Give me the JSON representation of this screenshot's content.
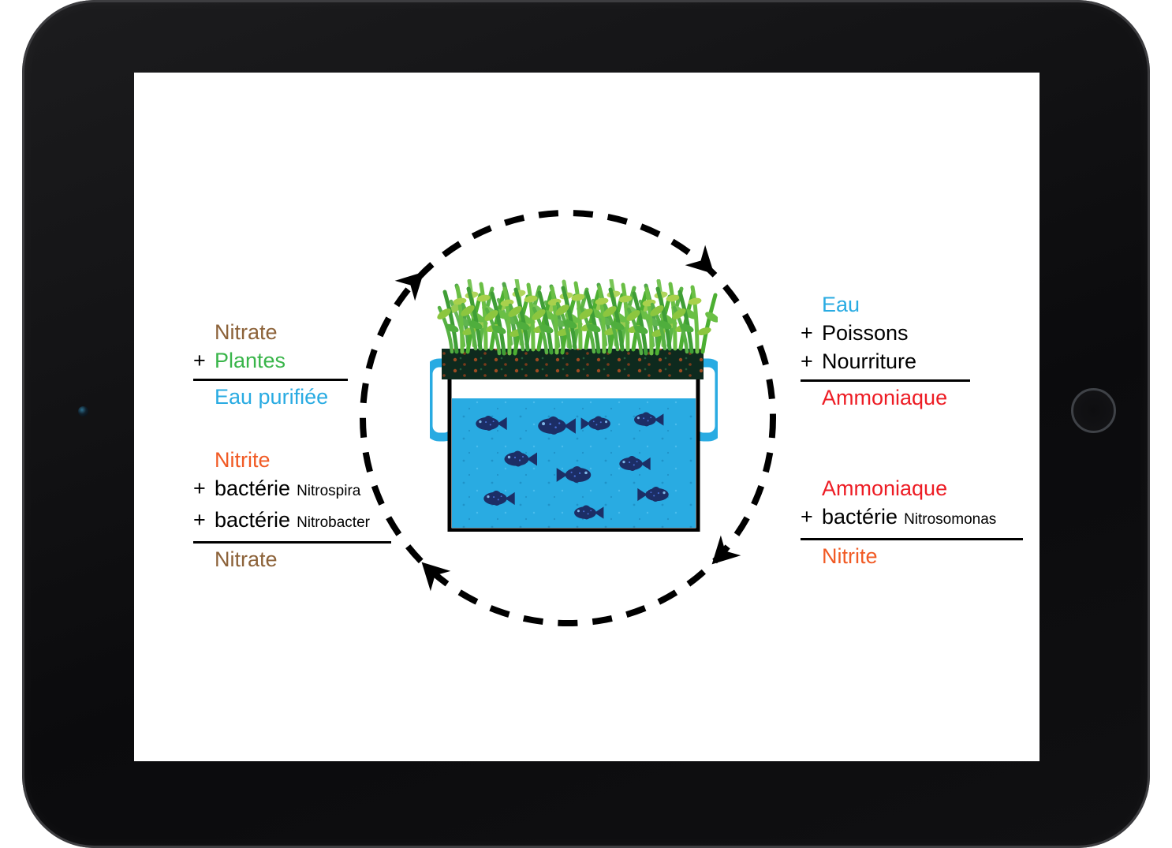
{
  "colors": {
    "nitrate_brown": "#8C6239",
    "plantes_green": "#39B54A",
    "eau_cyan": "#29ABE2",
    "nitrite_orange": "#F15A24",
    "ammoniaque_red": "#ED1C24",
    "water_blue": "#29ABE2",
    "fish_navy": "#1C2E66",
    "line_black": "#000000",
    "tablet_black": "#101013"
  },
  "icons": {
    "camera_dot": "small dark front-camera circle",
    "home_button": "thin gray ring circle",
    "cycle_arrows": "black dashed circle with four clockwise arrowheads",
    "fish": "dark navy fish silhouette",
    "plants": "green plants growing from dark grow-bed",
    "tank": "blue water aquarium with black outline and blue side handles"
  },
  "cycle": {
    "direction": "clockwise",
    "tank": {
      "fish_count": 10
    },
    "steps": {
      "top_right": {
        "line1": "Eau",
        "line2_prefix": "+",
        "line2": "Poissons",
        "line3_prefix": "+",
        "line3": "Nourriture",
        "result": "Ammoniaque"
      },
      "bottom_right": {
        "line1": "Ammoniaque",
        "line2_prefix": "+",
        "line2": "bactérie",
        "line2_species": "Nitrosomonas",
        "result": "Nitrite"
      },
      "bottom_left": {
        "line1": "Nitrite",
        "line2_prefix": "+",
        "line2": "bactérie",
        "line2_species": "Nitrospira",
        "line3_prefix": "+",
        "line3": "bactérie",
        "line3_species": "Nitrobacter",
        "result": "Nitrate"
      },
      "top_left": {
        "line1": "Nitrate",
        "line2_prefix": "+",
        "line2": "Plantes",
        "result": "Eau purifiée"
      }
    }
  }
}
